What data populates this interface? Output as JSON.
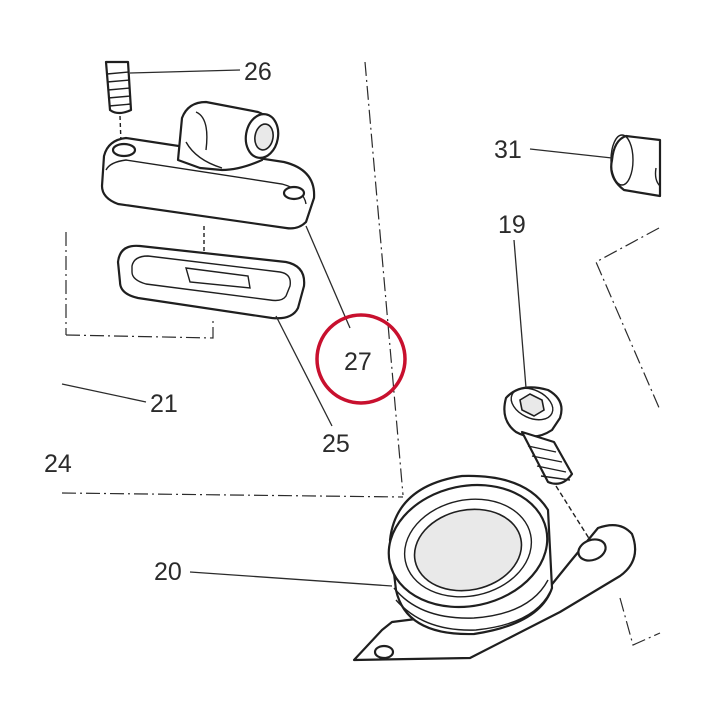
{
  "callouts": {
    "c19": "19",
    "c20": "20",
    "c21": "21",
    "c24": "24",
    "c25": "25",
    "c26": "26",
    "c27": "27",
    "c31": "31"
  },
  "highlight": {
    "color": "#c8102e",
    "target": "27"
  }
}
